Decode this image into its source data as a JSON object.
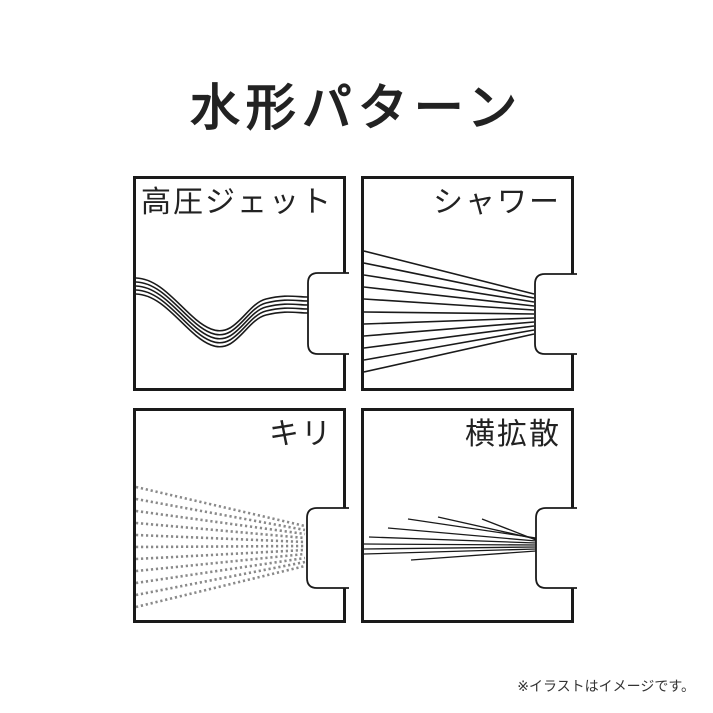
{
  "title": "水形パターン",
  "panels": [
    {
      "label": "高圧ジェット",
      "pattern": "jet",
      "line_count": 5
    },
    {
      "label": "シャワー",
      "pattern": "shower",
      "line_count": 11
    },
    {
      "label": "キリ",
      "pattern": "mist",
      "line_count": 11,
      "line_color": "#8a8a8a"
    },
    {
      "label": "横拡散",
      "pattern": "horizontal-spread",
      "line_count": 9
    }
  ],
  "note": "※イラストはイメージです。",
  "colors": {
    "stroke": "#1a1a1a",
    "mist": "#8a8a8a",
    "background": "#ffffff"
  }
}
